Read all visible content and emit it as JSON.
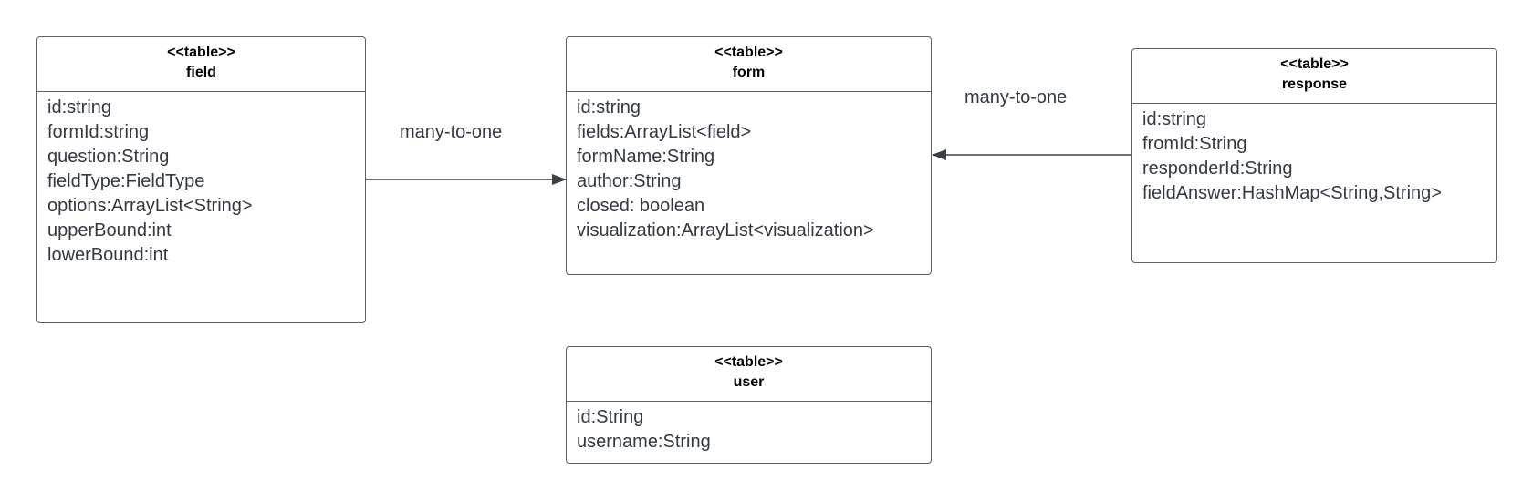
{
  "tables": {
    "field": {
      "stereotype": "<<table>>",
      "name": "field",
      "attributes": [
        "id:string",
        "formId:string",
        "question:String",
        "fieldType:FieldType",
        "options:ArrayList<String>",
        "upperBound:int",
        "lowerBound:int"
      ]
    },
    "form": {
      "stereotype": "<<table>>",
      "name": "form",
      "attributes": [
        "id:string",
        "fields:ArrayList<field>",
        "formName:String",
        "author:String",
        "closed: boolean",
        "visualization:ArrayList<visualization>"
      ]
    },
    "response": {
      "stereotype": "<<table>>",
      "name": "response",
      "attributes": [
        "id:string",
        "fromId:String",
        "responderId:String",
        "fieldAnswer:HashMap<String,String>"
      ]
    },
    "user": {
      "stereotype": "<<table>>",
      "name": "user",
      "attributes": [
        "id:String",
        "username:String"
      ]
    }
  },
  "relations": [
    {
      "from": "field",
      "to": "form",
      "label": "many-to-one"
    },
    {
      "from": "response",
      "to": "form",
      "label": "many-to-one"
    }
  ],
  "colors": {
    "border": "#5b5f66",
    "text": "#333a44",
    "header_text": "#000000",
    "arrow": "#3c4048"
  }
}
